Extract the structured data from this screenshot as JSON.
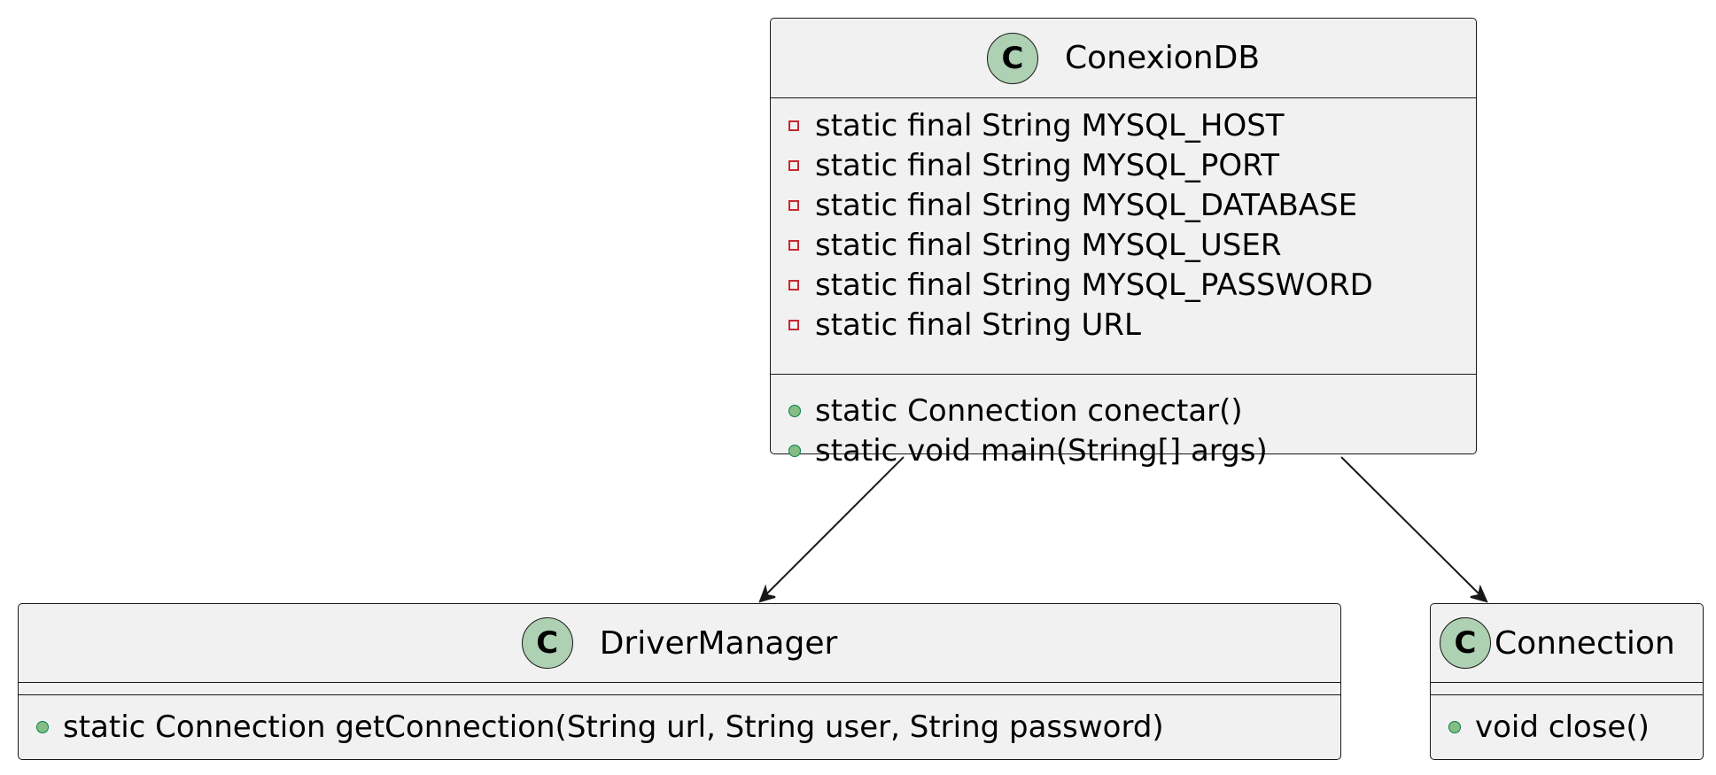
{
  "diagram": {
    "type": "uml-class-diagram",
    "colors": {
      "class_fill": "#f1f1f1",
      "border": "#181818",
      "badge_fill": "#add1b2",
      "private_marker": "#c82930",
      "public_marker": "#84be84"
    },
    "classes": {
      "conexiondb": {
        "badge": "C",
        "name": "ConexionDB",
        "attributes": [
          {
            "visibility": "private",
            "text": "static final String MYSQL_HOST"
          },
          {
            "visibility": "private",
            "text": "static final String MYSQL_PORT"
          },
          {
            "visibility": "private",
            "text": "static final String MYSQL_DATABASE"
          },
          {
            "visibility": "private",
            "text": "static final String MYSQL_USER"
          },
          {
            "visibility": "private",
            "text": "static final String MYSQL_PASSWORD"
          },
          {
            "visibility": "private",
            "text": "static final String URL"
          }
        ],
        "methods": [
          {
            "visibility": "public",
            "text": "static Connection conectar()"
          },
          {
            "visibility": "public",
            "text": "static void main(String[] args)"
          }
        ]
      },
      "drivermanager": {
        "badge": "C",
        "name": "DriverManager",
        "attributes": [],
        "methods": [
          {
            "visibility": "public",
            "text": "static Connection getConnection(String url, String user, String password)"
          }
        ]
      },
      "connection": {
        "badge": "C",
        "name": "Connection",
        "attributes": [],
        "methods": [
          {
            "visibility": "public",
            "text": "void close()"
          }
        ]
      }
    },
    "relations": [
      {
        "from": "ConexionDB",
        "to": "DriverManager",
        "kind": "association-arrow"
      },
      {
        "from": "ConexionDB",
        "to": "Connection",
        "kind": "association-arrow"
      }
    ]
  }
}
